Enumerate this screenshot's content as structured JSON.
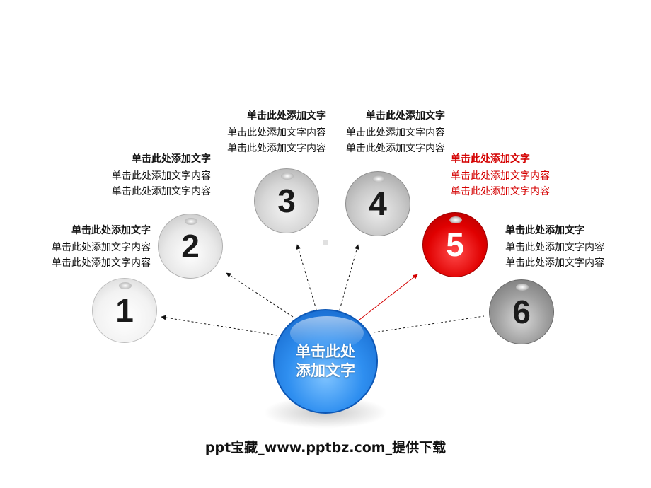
{
  "center": {
    "line1": "单击此处",
    "line2": "添加文字",
    "color": "#1f78e0"
  },
  "items": [
    {
      "number": "1",
      "title": "单击此处添加文字",
      "line1": "单击此处添加文字内容",
      "line2": "单击此处添加文字内容",
      "color": "#eeeeee"
    },
    {
      "number": "2",
      "title": "单击此处添加文字",
      "line1": "单击此处添加文字内容",
      "line2": "单击此处添加文字内容",
      "color": "#e2e2e2"
    },
    {
      "number": "3",
      "title": "单击此处添加文字",
      "line1": "单击此处添加文字内容",
      "line2": "单击此处添加文字内容",
      "color": "#cccccc"
    },
    {
      "number": "4",
      "title": "单击此处添加文字",
      "line1": "单击此处添加文字内容",
      "line2": "单击此处添加文字内容",
      "color": "#bfbfbf"
    },
    {
      "number": "5",
      "title": "单击此处添加文字",
      "line1": "单击此处添加文字内容",
      "line2": "单击此处添加文字内容",
      "color": "#e00000",
      "highlight": true
    },
    {
      "number": "6",
      "title": "单击此处添加文字",
      "line1": "单击此处添加文字内容",
      "line2": "单击此处添加文字内容",
      "color": "#8c8c8c"
    }
  ],
  "footer": "ppt宝藏_www.pptbz.com_提供下载"
}
